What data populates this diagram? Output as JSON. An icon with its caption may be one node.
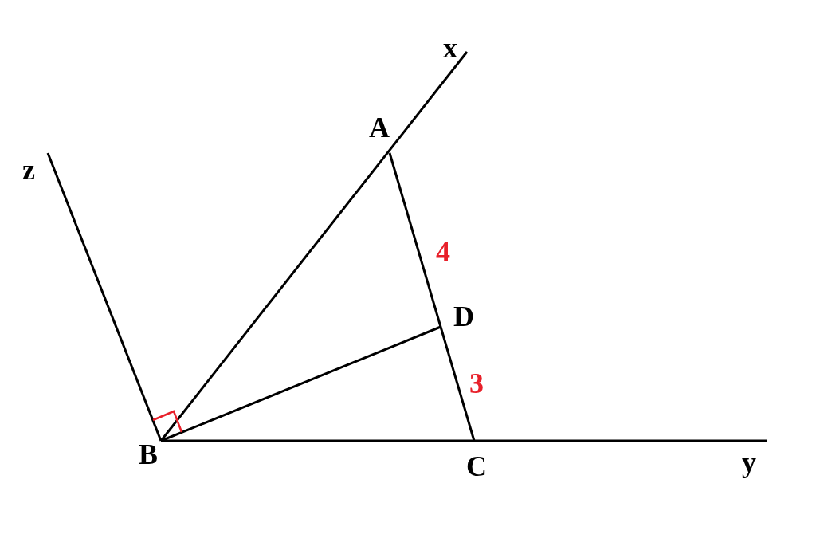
{
  "diagram": {
    "labels": [
      "x",
      "A",
      "z",
      "4",
      "D",
      "3",
      "B",
      "C",
      "y"
    ]
  }
}
